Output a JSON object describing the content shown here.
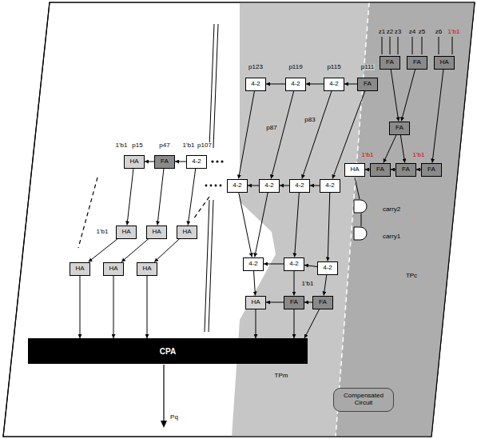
{
  "diagram": {
    "nodes": [
      {
        "text": [
          "4-2"
        ]
      },
      {
        "text": [
          "4-2"
        ]
      },
      {
        "text": [
          "4-2"
        ]
      },
      {
        "text": [
          "FA"
        ]
      },
      {
        "text": [
          "FA"
        ]
      },
      {
        "text": [
          "FA"
        ]
      },
      {
        "text": [
          "HA"
        ]
      },
      {
        "text": [
          "FA"
        ]
      },
      {
        "text": [
          "HA"
        ]
      },
      {
        "text": [
          "FA"
        ]
      },
      {
        "text": [
          "FA"
        ]
      },
      {
        "text": [
          "FA"
        ]
      },
      {
        "text": [
          "HA"
        ]
      },
      {
        "text": [
          "FA"
        ]
      },
      {
        "text": [
          "4-2"
        ]
      },
      {
        "text": [
          "4-2"
        ]
      },
      {
        "text": [
          "4-2"
        ]
      },
      {
        "text": [
          "4-2"
        ]
      },
      {
        "text": [
          "4-2"
        ]
      },
      {
        "text": [
          "HA"
        ]
      },
      {
        "text": [
          "HA"
        ]
      },
      {
        "text": [
          "HA"
        ]
      },
      {
        "text": [
          "HA"
        ]
      },
      {
        "text": [
          "HA"
        ]
      },
      {
        "text": [
          "HA"
        ]
      },
      {
        "text": [
          "4-2"
        ]
      },
      {
        "text": [
          "4-2"
        ]
      },
      {
        "text": [
          "4-2"
        ]
      },
      {
        "text": [
          "HA"
        ]
      },
      {
        "text": [
          "FA"
        ]
      },
      {
        "text": [
          "FA"
        ]
      },
      {
        "text": [
          "CPA"
        ]
      },
      {
        "text": [
          "Compensated Circuit"
        ]
      }
    ],
    "edges": [
      {
        "from": 1,
        "to": 0,
        "arrow": "to"
      },
      {
        "from": 2,
        "to": 1,
        "arrow": "to"
      },
      {
        "from": 3,
        "to": 2,
        "arrow": "to"
      },
      {
        "from": 4,
        "to": 7,
        "arrow": "to"
      },
      {
        "from": 5,
        "to": 7,
        "arrow": "to"
      },
      {
        "from": 6,
        "to": 11,
        "arrow": "to"
      },
      {
        "from": 7,
        "to": 9,
        "arrow": "to"
      },
      {
        "from": 7,
        "to": 10,
        "arrow": "to"
      },
      {
        "from": 11,
        "to": 10,
        "arrow": "to"
      },
      {
        "from": 10,
        "to": 9,
        "arrow": "to"
      },
      {
        "from": 9,
        "to": 8,
        "arrow": "to"
      },
      {
        "from": 13,
        "to": 12,
        "arrow": "to"
      },
      {
        "from": 14,
        "to": 13,
        "arrow": "to"
      },
      {
        "from": 16,
        "to": 15,
        "arrow": "to"
      },
      {
        "from": 17,
        "to": 16,
        "arrow": "to"
      },
      {
        "from": 18,
        "to": 17,
        "arrow": "to"
      },
      {
        "from": 26,
        "to": 25,
        "arrow": "to"
      },
      {
        "from": 27,
        "to": 26,
        "arrow": "to"
      },
      {
        "from": 30,
        "to": 29,
        "arrow": "to"
      },
      {
        "from": 29,
        "to": 28,
        "arrow": "to"
      },
      {
        "from": 0,
        "to": 15,
        "arrow": "to"
      },
      {
        "from": 1,
        "to": 16,
        "arrow": "to"
      },
      {
        "from": 2,
        "to": 17,
        "arrow": "to"
      },
      {
        "from": 3,
        "to": 18,
        "arrow": "to"
      },
      {
        "from": 15,
        "to": 25,
        "arrow": "to"
      },
      {
        "from": 16,
        "to": 25,
        "arrow": "to"
      },
      {
        "from": 17,
        "to": 26,
        "arrow": "to"
      },
      {
        "from": 18,
        "to": 27,
        "arrow": "to"
      },
      {
        "from": 25,
        "to": 28,
        "arrow": "to"
      },
      {
        "from": 26,
        "to": 29,
        "arrow": "to"
      },
      {
        "from": 27,
        "to": 30,
        "arrow": "to"
      },
      {
        "from": 12,
        "to": 19,
        "arrow": "to"
      },
      {
        "from": 13,
        "to": 20,
        "arrow": "to"
      },
      {
        "from": 14,
        "to": 21,
        "arrow": "to"
      },
      {
        "from": 19,
        "to": 22,
        "arrow": "to"
      },
      {
        "from": 20,
        "to": 23,
        "arrow": "to"
      },
      {
        "from": 21,
        "to": 24,
        "arrow": "to"
      },
      {
        "from": 22,
        "to": 31,
        "arrow": "to"
      },
      {
        "from": 23,
        "to": 31,
        "arrow": "to"
      },
      {
        "from": 24,
        "to": 31,
        "arrow": "to"
      },
      {
        "from": 28,
        "to": 31,
        "arrow": "to"
      },
      {
        "from": 29,
        "to": 31,
        "arrow": "to"
      },
      {
        "from": 30,
        "to": 31,
        "arrow": "to"
      }
    ],
    "labels": [
      "z1",
      "z2",
      "z3",
      "z4",
      "z5",
      "z6",
      "1'b1",
      "1'b1",
      "1'b1",
      "1'b1",
      "p15",
      "p47",
      "1'b1",
      "p107",
      "1'b1",
      "p123",
      "p119",
      "p115",
      "p111",
      "p87",
      "p83",
      "1'b1",
      "carry2",
      "carry1",
      "TPc",
      "TPm",
      "Pq"
    ]
  }
}
